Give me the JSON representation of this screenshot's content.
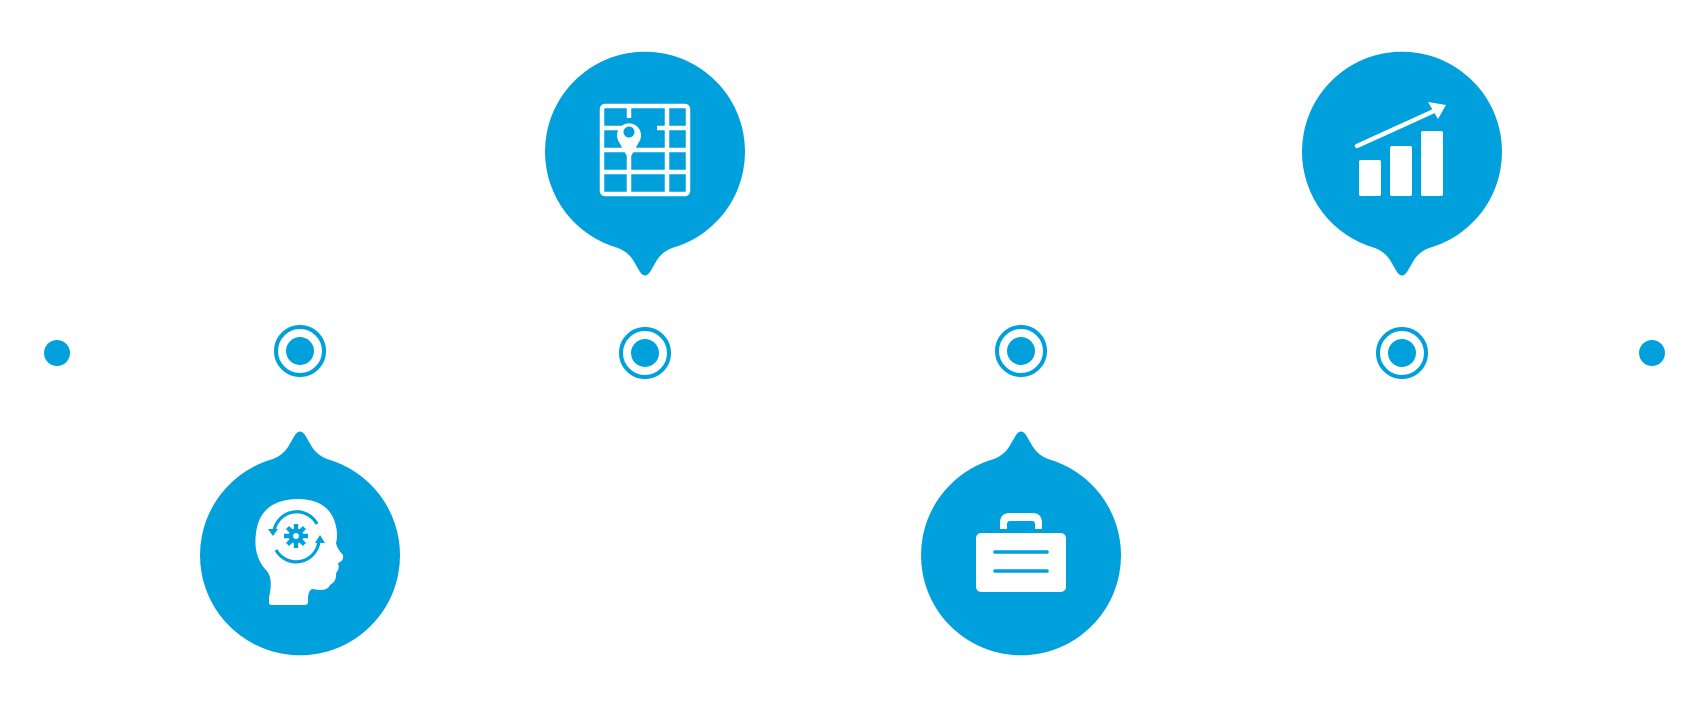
{
  "diagram": {
    "accent_color": "#00a0dc",
    "icon_color": "#ffffff",
    "background_color": "#ffffff",
    "timeline_nodes": [
      {
        "kind": "end-dot"
      },
      {
        "kind": "ring-node"
      },
      {
        "kind": "ring-node"
      },
      {
        "kind": "ring-node"
      },
      {
        "kind": "ring-node"
      },
      {
        "kind": "end-dot"
      }
    ],
    "milestones": [
      {
        "icon": "head-gear-icon",
        "placement": "below"
      },
      {
        "icon": "map-pin-icon",
        "placement": "above"
      },
      {
        "icon": "briefcase-icon",
        "placement": "below"
      },
      {
        "icon": "bar-chart-growth-icon",
        "placement": "above"
      }
    ]
  }
}
